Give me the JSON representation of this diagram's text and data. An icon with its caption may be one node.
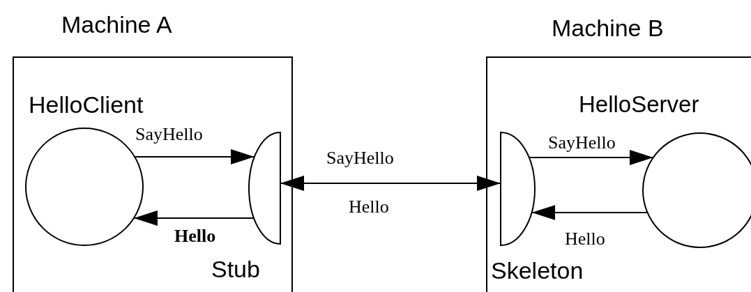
{
  "diagram": {
    "nodes": [
      {
        "text": [
          "Machine A"
        ]
      },
      {
        "text": [
          "HelloClient"
        ],
        "in": 0
      },
      {
        "text": [
          "Stub"
        ],
        "in": 0
      },
      {
        "text": [
          "Machine B"
        ]
      },
      {
        "text": [
          "Skeleton"
        ],
        "in": 3
      },
      {
        "text": [
          "HelloServer"
        ],
        "in": 3
      }
    ],
    "edges": [
      {
        "from": 1,
        "to": 2,
        "arrow": "to",
        "label": "SayHello"
      },
      {
        "from": 2,
        "to": 1,
        "arrow": "to",
        "label": "Hello"
      },
      {
        "from": 2,
        "to": 4,
        "arrow": "both",
        "label": "SayHello"
      },
      {
        "from": 4,
        "to": 5,
        "arrow": "to",
        "label": "SayHello"
      },
      {
        "from": 5,
        "to": 4,
        "arrow": "to",
        "label": "Hello"
      }
    ],
    "labels": [
      "Hello"
    ]
  }
}
